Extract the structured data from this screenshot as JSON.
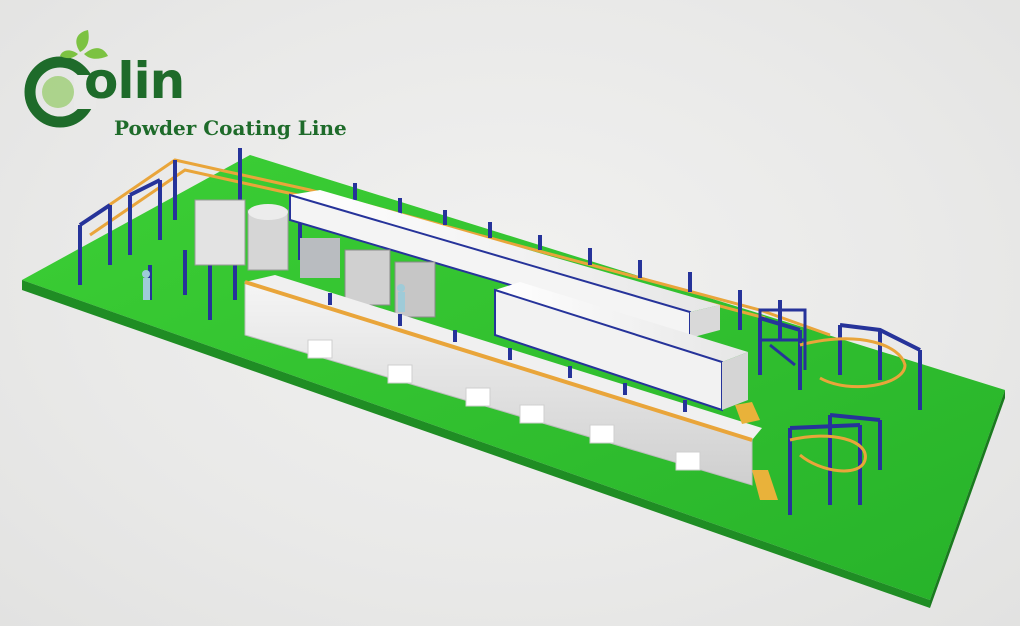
{
  "brand": {
    "name": "olin",
    "initial": "C",
    "tagline": "Powder Coating Line",
    "logo_icon": "leaf-globe-icon",
    "colors": {
      "brand_green": "#1e6b2a",
      "leaf_green": "#7cc242",
      "floor_green": "#2fbf2f",
      "frame_blue": "#26339a",
      "conveyor_orange": "#e9a53a",
      "booth_white": "#f2f2f2"
    }
  }
}
